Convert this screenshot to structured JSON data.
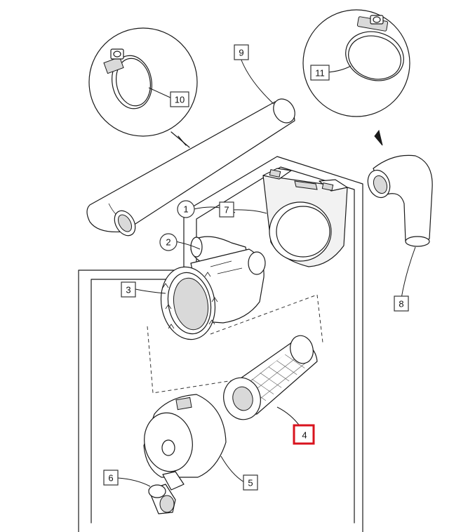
{
  "callouts": [
    {
      "id": "1",
      "text": "1"
    },
    {
      "id": "2",
      "text": "2"
    },
    {
      "id": "3",
      "text": "3"
    },
    {
      "id": "4",
      "text": "4"
    },
    {
      "id": "5",
      "text": "5"
    },
    {
      "id": "6",
      "text": "6"
    },
    {
      "id": "7",
      "text": "7"
    },
    {
      "id": "8",
      "text": "8"
    },
    {
      "id": "9",
      "text": "9"
    },
    {
      "id": "10",
      "text": "10"
    },
    {
      "id": "11",
      "text": "11"
    }
  ],
  "highlight": {
    "callout": "4",
    "color": "#d9131e"
  }
}
